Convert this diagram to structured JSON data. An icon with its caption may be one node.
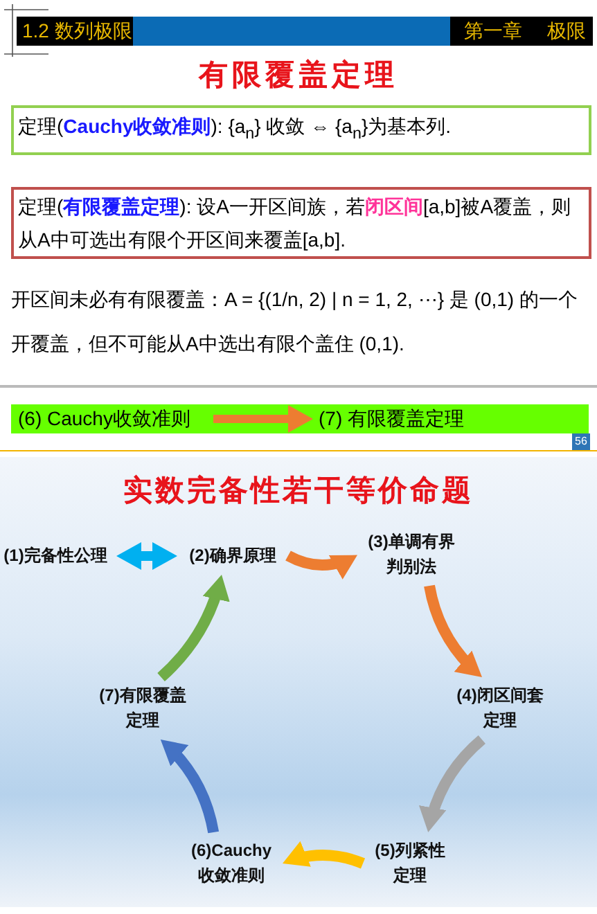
{
  "diagram": {
    "title": "有限覆盖定理",
    "nodes": [
      {
        "text": [
          "定理(**Cauchy收敛准则**): {a$_{n}$} 收敛 ⇔ {a$_{n}$}为基本列."
        ]
      },
      {
        "text": [
          "定理(**有限覆盖定理**): 设A一开区间族，若**闭区间**[a,b]被A覆盖，则从A中可选出有限个开区间来覆盖[a,b]."
        ]
      },
      {
        "text": [
          "(6) Cauchy收敛准则"
        ]
      },
      {
        "text": [
          "(7) 有限覆盖定理"
        ]
      },
      {
        "text": [
          "(1)完备性公理"
        ]
      },
      {
        "text": [
          "(2)确界原理"
        ]
      },
      {
        "text": [
          "(3)单调有界判别法"
        ]
      },
      {
        "text": [
          "(4)闭区间套定理"
        ]
      },
      {
        "text": [
          "(5)列紧性定理"
        ]
      },
      {
        "text": [
          "(6)Cauchy收敛准则"
        ]
      },
      {
        "text": [
          "(7)有限覆盖定理"
        ]
      }
    ],
    "edges": [
      {
        "from": 2,
        "to": 3,
        "arrow": "to",
        "color": "#ed7d31"
      },
      {
        "from": 4,
        "to": 5,
        "arrow": "both",
        "color": "#00b0f0"
      },
      {
        "from": 5,
        "to": 6,
        "arrow": "to",
        "color": "#ed7d31"
      },
      {
        "from": 6,
        "to": 7,
        "arrow": "to",
        "color": "#ed7d31"
      },
      {
        "from": 7,
        "to": 8,
        "arrow": "to",
        "color": "#a5a5a5"
      },
      {
        "from": 8,
        "to": 9,
        "arrow": "to",
        "color": "#ffc000"
      },
      {
        "from": 9,
        "to": 10,
        "arrow": "to",
        "color": "#4472c4"
      },
      {
        "from": 10,
        "to": 5,
        "arrow": "to",
        "color": "#70ad47"
      }
    ],
    "labels": [
      "1.2 数列极限",
      "第一章",
      "极限",
      "开区间未必有有限覆盖：A = {(1/n, 2) | n = 1, 2, ⋯} 是 (0,1) 的一个开覆盖，但不可能从A中选出有限个盖住 (0,1).",
      "56",
      "实数完备性若干等价命题"
    ]
  }
}
